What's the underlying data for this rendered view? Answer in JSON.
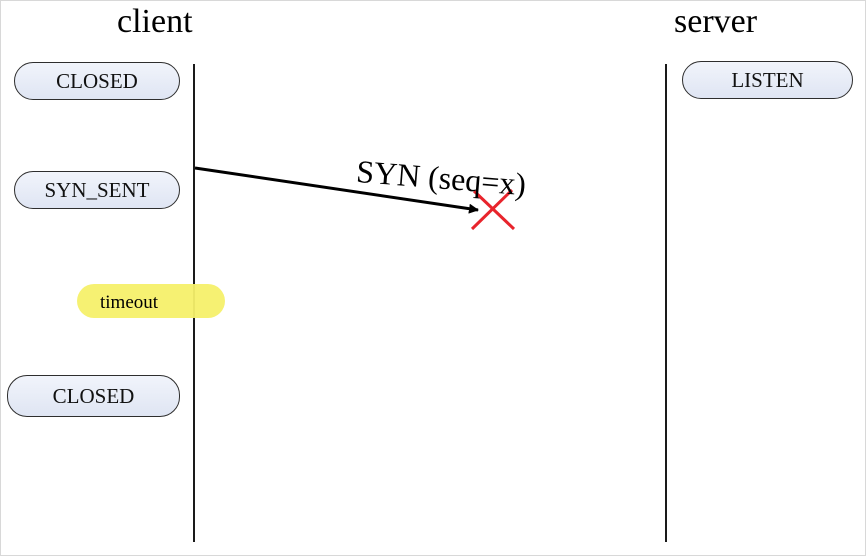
{
  "actors": {
    "client": "client",
    "server": "server"
  },
  "client_states": [
    "CLOSED",
    "SYN_SENT",
    "CLOSED"
  ],
  "server_states": [
    "LISTEN"
  ],
  "annotation": {
    "timeout": "timeout"
  },
  "message": {
    "label": "SYN (seq=x)",
    "lost": true
  },
  "colors": {
    "state_fill": "#e4e9f5",
    "highlight": "#f5f06a",
    "loss_mark": "#e8242c",
    "line": "#1a1a1a"
  }
}
